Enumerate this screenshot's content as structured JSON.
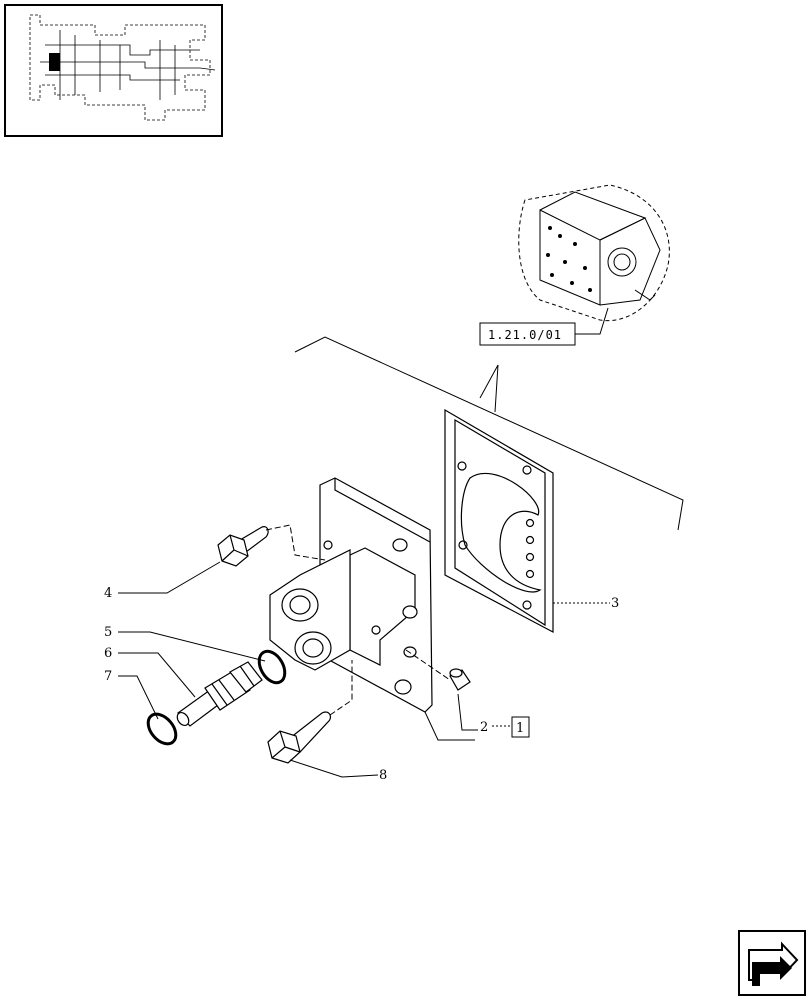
{
  "diagram": {
    "callouts": [
      "2",
      "3",
      "4",
      "5",
      "6",
      "7",
      "8"
    ],
    "reference_box_label": "1.21.0/01",
    "kit_box_label": "1"
  },
  "icons": {
    "thumbnail": "transmission-section-icon",
    "navigation": "next-page-arrow-icon"
  }
}
